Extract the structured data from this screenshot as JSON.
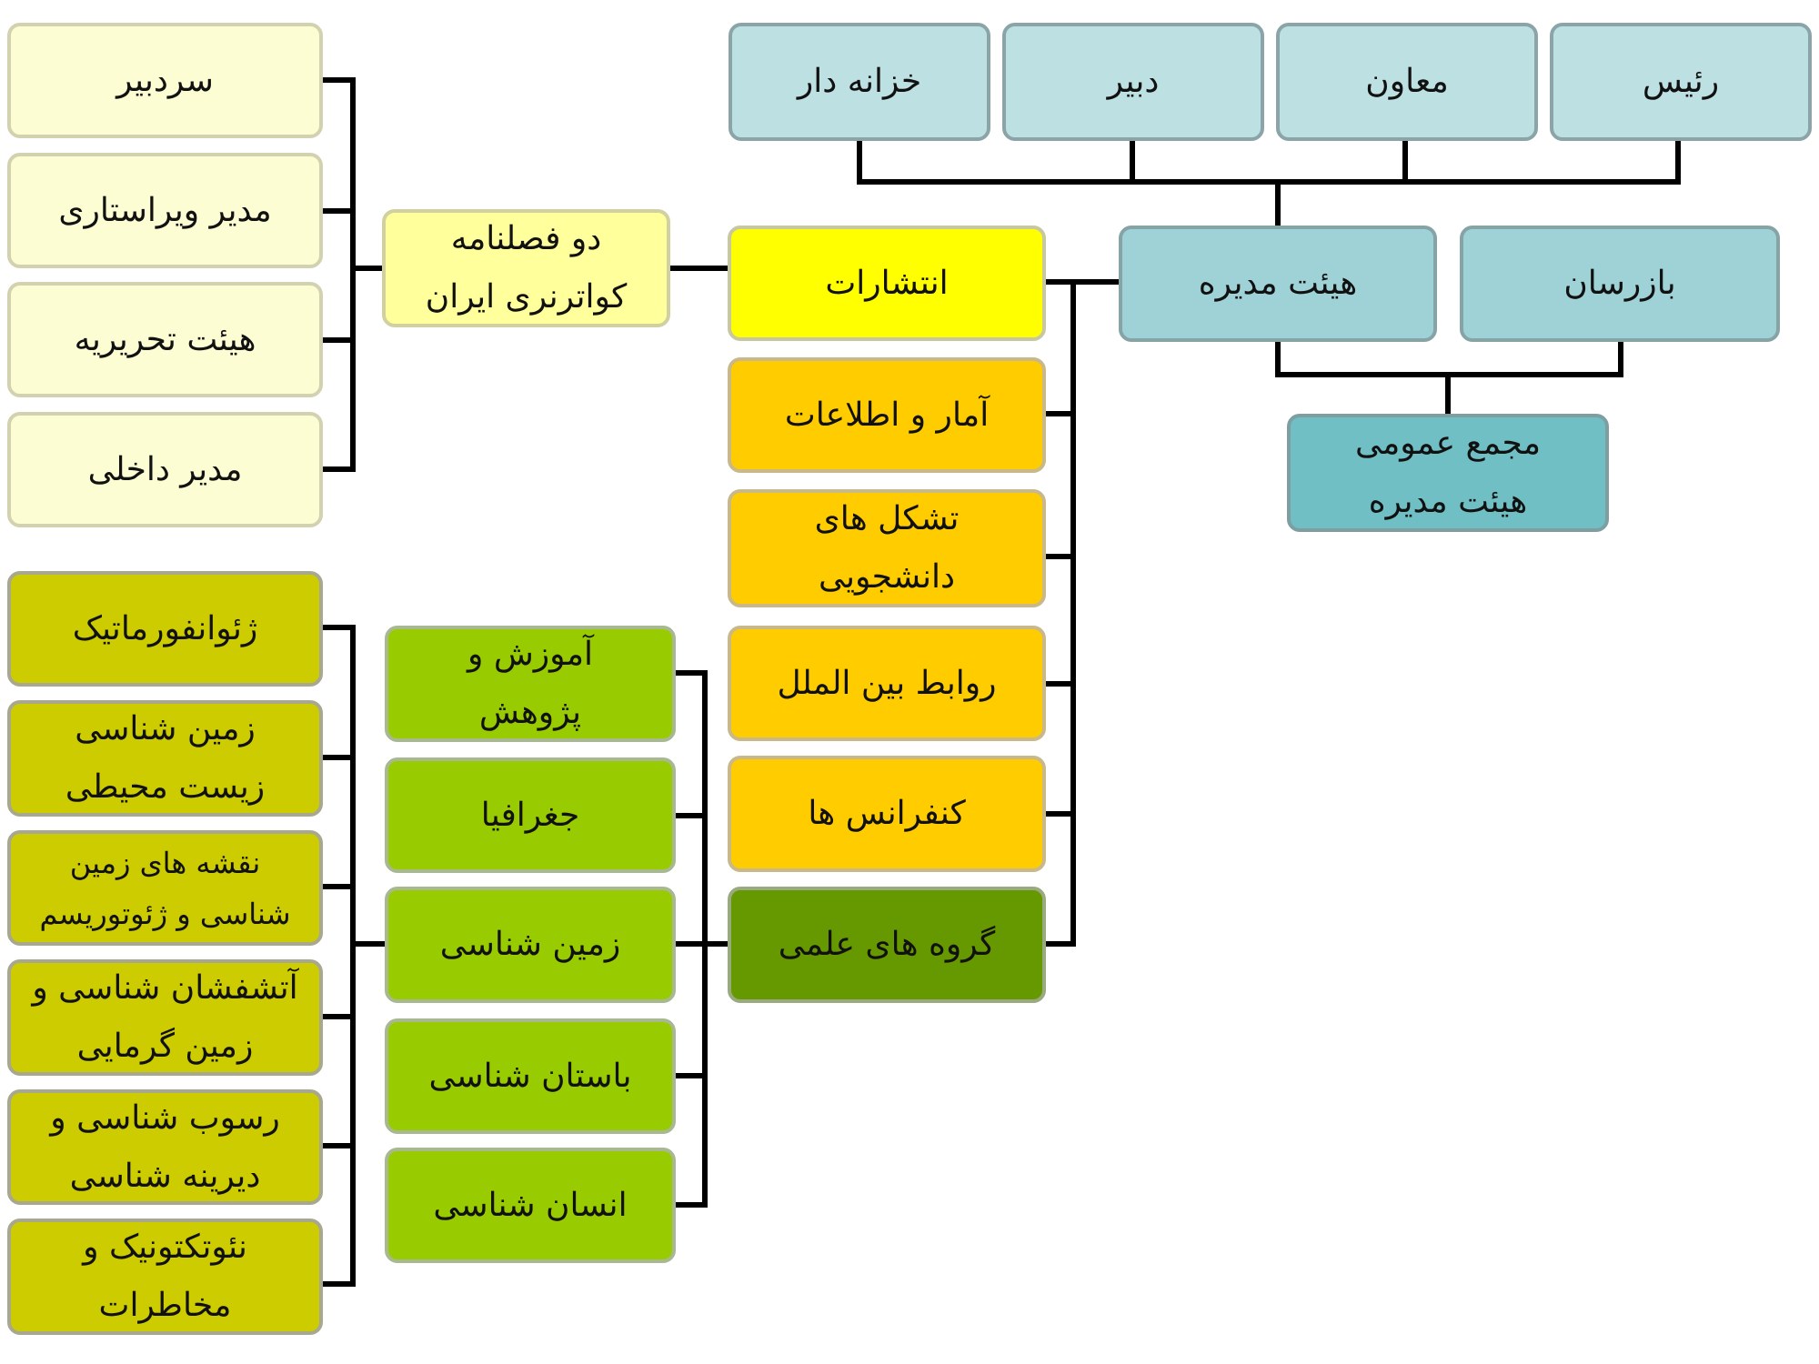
{
  "board_roles": {
    "treasurer": "خزانه دار",
    "secretary": "دبیر",
    "deputy": "معاون",
    "president": "رئیس"
  },
  "board": {
    "board_of_directors": "هیئت مدیره",
    "inspectors": "بازرسان",
    "general_assembly": [
      "مجمع عمومی",
      "هیئت مدیره"
    ]
  },
  "divisions": {
    "publications": "انتشارات",
    "statistics": "آمار و اطلاعات",
    "student_orgs": [
      "تشکل های",
      "دانشجویی"
    ],
    "intl_relations": "روابط بین الملل",
    "conferences": "کنفرانس ها",
    "scientific_groups": "گروه های علمی"
  },
  "journal": {
    "title": [
      "دو فصلنامه",
      "کواترنری ایران"
    ],
    "staff": {
      "editor_in_chief": "سردبیر",
      "editing_manager": "مدیر ویراستاری",
      "editorial_board": "هیئت تحریریه",
      "internal_manager": "مدیر داخلی"
    }
  },
  "groups": {
    "education": [
      "آموزش و",
      "پژوهش"
    ],
    "geography": "جغرافیا",
    "geology": "زمین شناسی",
    "archaeology": "باستان شناسی",
    "anthropology": "انسان شناسی"
  },
  "geology_subgroups": {
    "geoinformatics": "ژئوانفورماتیک",
    "env_geology": [
      "زمین شناسی",
      "زیست محیطی"
    ],
    "geomaps": [
      "نقشه های زمین",
      "شناسی و ژئوتوریسم"
    ],
    "volcanology": [
      "آتشفشان شناسی و",
      "زمین گرمایی"
    ],
    "sedimentology": [
      "رسوب شناسی و",
      "دیرینه شناسی"
    ],
    "neotectonics": [
      "نئوتکتونیک و",
      "مخاطرات"
    ]
  }
}
